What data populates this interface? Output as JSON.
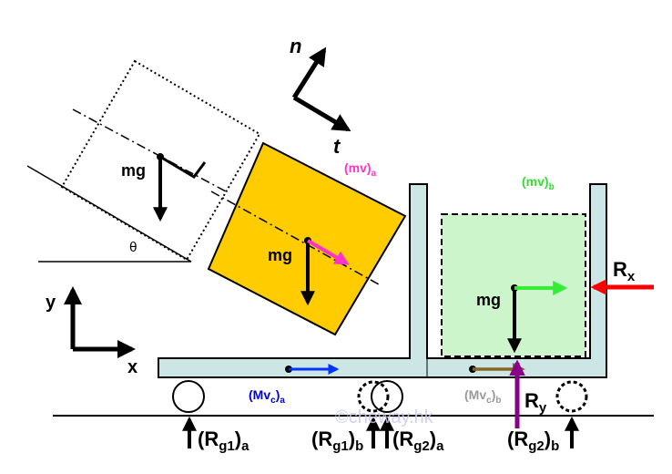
{
  "labels": {
    "axis_n": "n",
    "axis_t": "t",
    "axis_x": "x",
    "axis_y": "y",
    "theta": "θ",
    "mg_ghost": "mg",
    "mg_block": "mg",
    "mg_green": "mg",
    "mv_a_main": "(mv)",
    "mv_a_sub": "a",
    "mv_b_main": "(mv)",
    "mv_b_sub": "b",
    "Mvc_a_main": "(Mv",
    "Mvc_a_sub1": "c",
    "Mvc_a_close": ")",
    "Mvc_a_sub2": "a",
    "Mvc_b_main": "(Mv",
    "Mvc_b_sub1": "c",
    "Mvc_b_close": ")",
    "Mvc_b_sub2": "b",
    "Rx_main": "R",
    "Rx_sub": "x",
    "Ry_main": "R",
    "Ry_sub": "y",
    "Rg1a_main": "(R",
    "Rg1a_sub": "g1",
    "Rg1a_close": ")",
    "Rg1a_sub2": "a",
    "Rg1b_main": "(R",
    "Rg1b_sub": "g1",
    "Rg1b_close": ")",
    "Rg1b_sub2": "b",
    "Rg2a_main": "(R",
    "Rg2a_sub": "g2",
    "Rg2a_close": ")",
    "Rg2a_sub2": "a",
    "Rg2b_main": "(R",
    "Rg2b_sub": "g2",
    "Rg2b_close": ")",
    "Rg2b_sub2": "b",
    "watermark": "©cheway.hk"
  },
  "colors": {
    "block_fill": "#ffcc00",
    "cart_fill": "#cce6e6",
    "green_block_fill": "#ccf5cc",
    "mv_a_arrow": "#ff33cc",
    "mv_b_arrow": "#33ee33",
    "Mvc_a_arrow": "#0033ff",
    "Mvc_b_arrow": "#886622",
    "Rx_arrow": "#ff0000",
    "Ry_arrow": "#880088",
    "Mvc_a_text": "#0000dd",
    "Mvc_b_text": "#999999",
    "mv_text": "#ff33cc",
    "mv_b_text": "#33dd33",
    "watermark": "#ccccee"
  }
}
